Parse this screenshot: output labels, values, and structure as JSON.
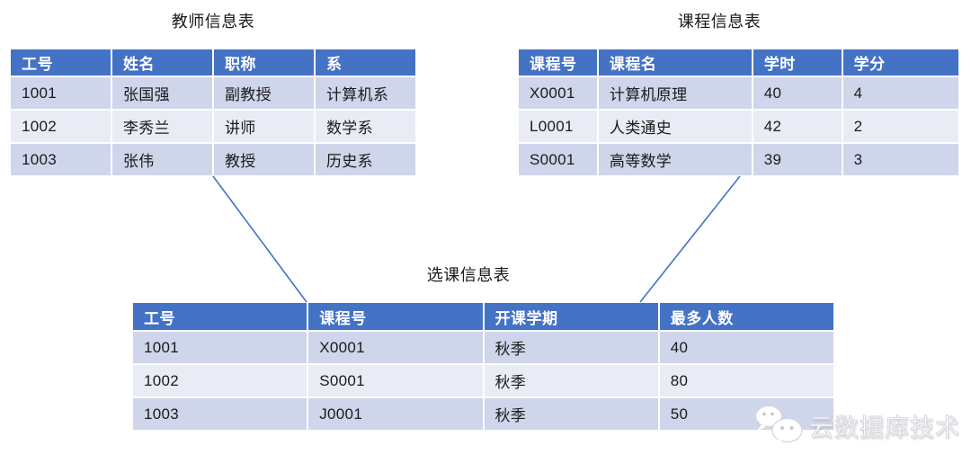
{
  "colors": {
    "header-bg": "#4472C4",
    "band-dark": "#CFD5EA",
    "band-light": "#E9EBF5",
    "line": "#4472C4",
    "header-text": "#ffffff",
    "body-text": "#1b1b1b",
    "title-text": "#1a1a1a"
  },
  "tables": {
    "teacher": {
      "title": "教师信息表",
      "headers": [
        "工号",
        "姓名",
        "职称",
        "系"
      ],
      "rows": [
        [
          "1001",
          "张国强",
          "副教授",
          "计算机系"
        ],
        [
          "1002",
          "李秀兰",
          "讲师",
          "数学系"
        ],
        [
          "1003",
          "张伟",
          "教授",
          "历史系"
        ]
      ]
    },
    "course": {
      "title": "课程信息表",
      "headers": [
        "课程号",
        "课程名",
        "学时",
        "学分"
      ],
      "rows": [
        [
          "X0001",
          "计算机原理",
          "40",
          "4"
        ],
        [
          "L0001",
          "人类通史",
          "42",
          "2"
        ],
        [
          "S0001",
          "高等数学",
          "39",
          "3"
        ]
      ]
    },
    "enrollment": {
      "title": "选课信息表",
      "headers": [
        "工号",
        "课程号",
        "开课学期",
        "最多人数"
      ],
      "rows": [
        [
          "1001",
          "X0001",
          "秋季",
          "40"
        ],
        [
          "1002",
          "S0001",
          "秋季",
          "80"
        ],
        [
          "1003",
          "J0001",
          "秋季",
          "50"
        ]
      ]
    }
  },
  "connections": [
    {
      "from": "teacher",
      "to": "enrollment"
    },
    {
      "from": "course",
      "to": "enrollment"
    }
  ],
  "watermark": {
    "icon": "wechat-icon",
    "text": "云数据库技术"
  }
}
